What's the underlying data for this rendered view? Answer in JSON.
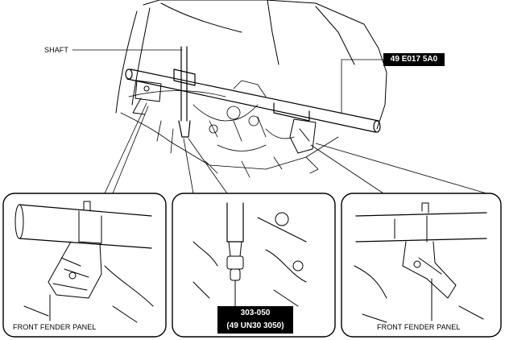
{
  "labels": {
    "shaft": "SHAFT",
    "tool_main": "49 E017 5A0",
    "tool_sub_line1": "303-050",
    "tool_sub_line2": "(49 UN30 3050)",
    "fender_left": "FRONT FENDER PANEL",
    "fender_right": "FRONT FENDER PANEL"
  }
}
